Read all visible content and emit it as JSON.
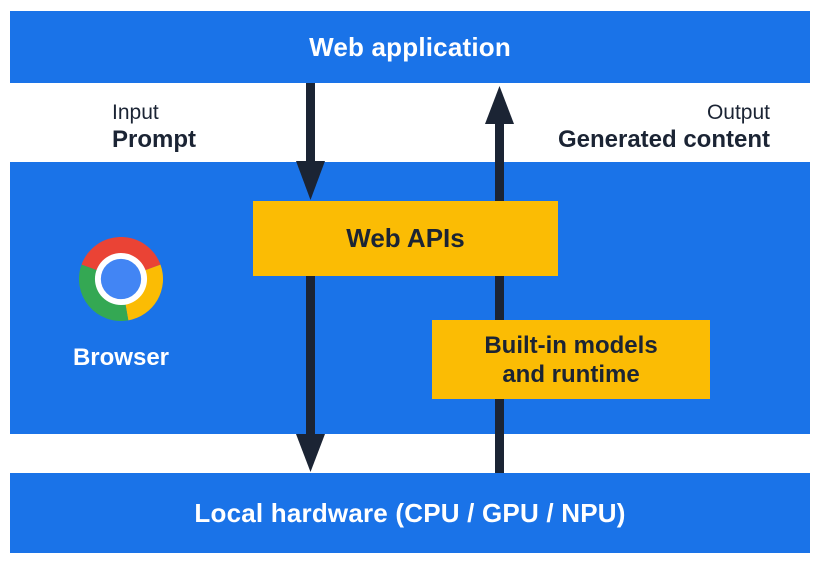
{
  "colors": {
    "blue": "#1a73e8",
    "yellow": "#fbbc04",
    "ink": "#1b2434",
    "white_text": "#ffffff",
    "chrome_red": "#ea4335",
    "chrome_yellow": "#fbbc04",
    "chrome_green": "#34a853",
    "chrome_ring": "#ffffff",
    "chrome_center_blue": "#4285f4"
  },
  "diagram": {
    "title_bar": "Web application",
    "input_label": "Input",
    "input_value": "Prompt",
    "output_label": "Output",
    "output_value": "Generated content",
    "browser_label": "Browser",
    "web_apis_label": "Web APIs",
    "builtin_lines": [
      "Built-in models",
      "and runtime"
    ],
    "hardware_bar": "Local hardware (CPU / GPU / NPU)",
    "arrow_down_meaning": "prompt flows from web application through Web APIs to local hardware",
    "arrow_up_meaning": "generated content flows from local hardware through built-in models and runtime to web application"
  }
}
